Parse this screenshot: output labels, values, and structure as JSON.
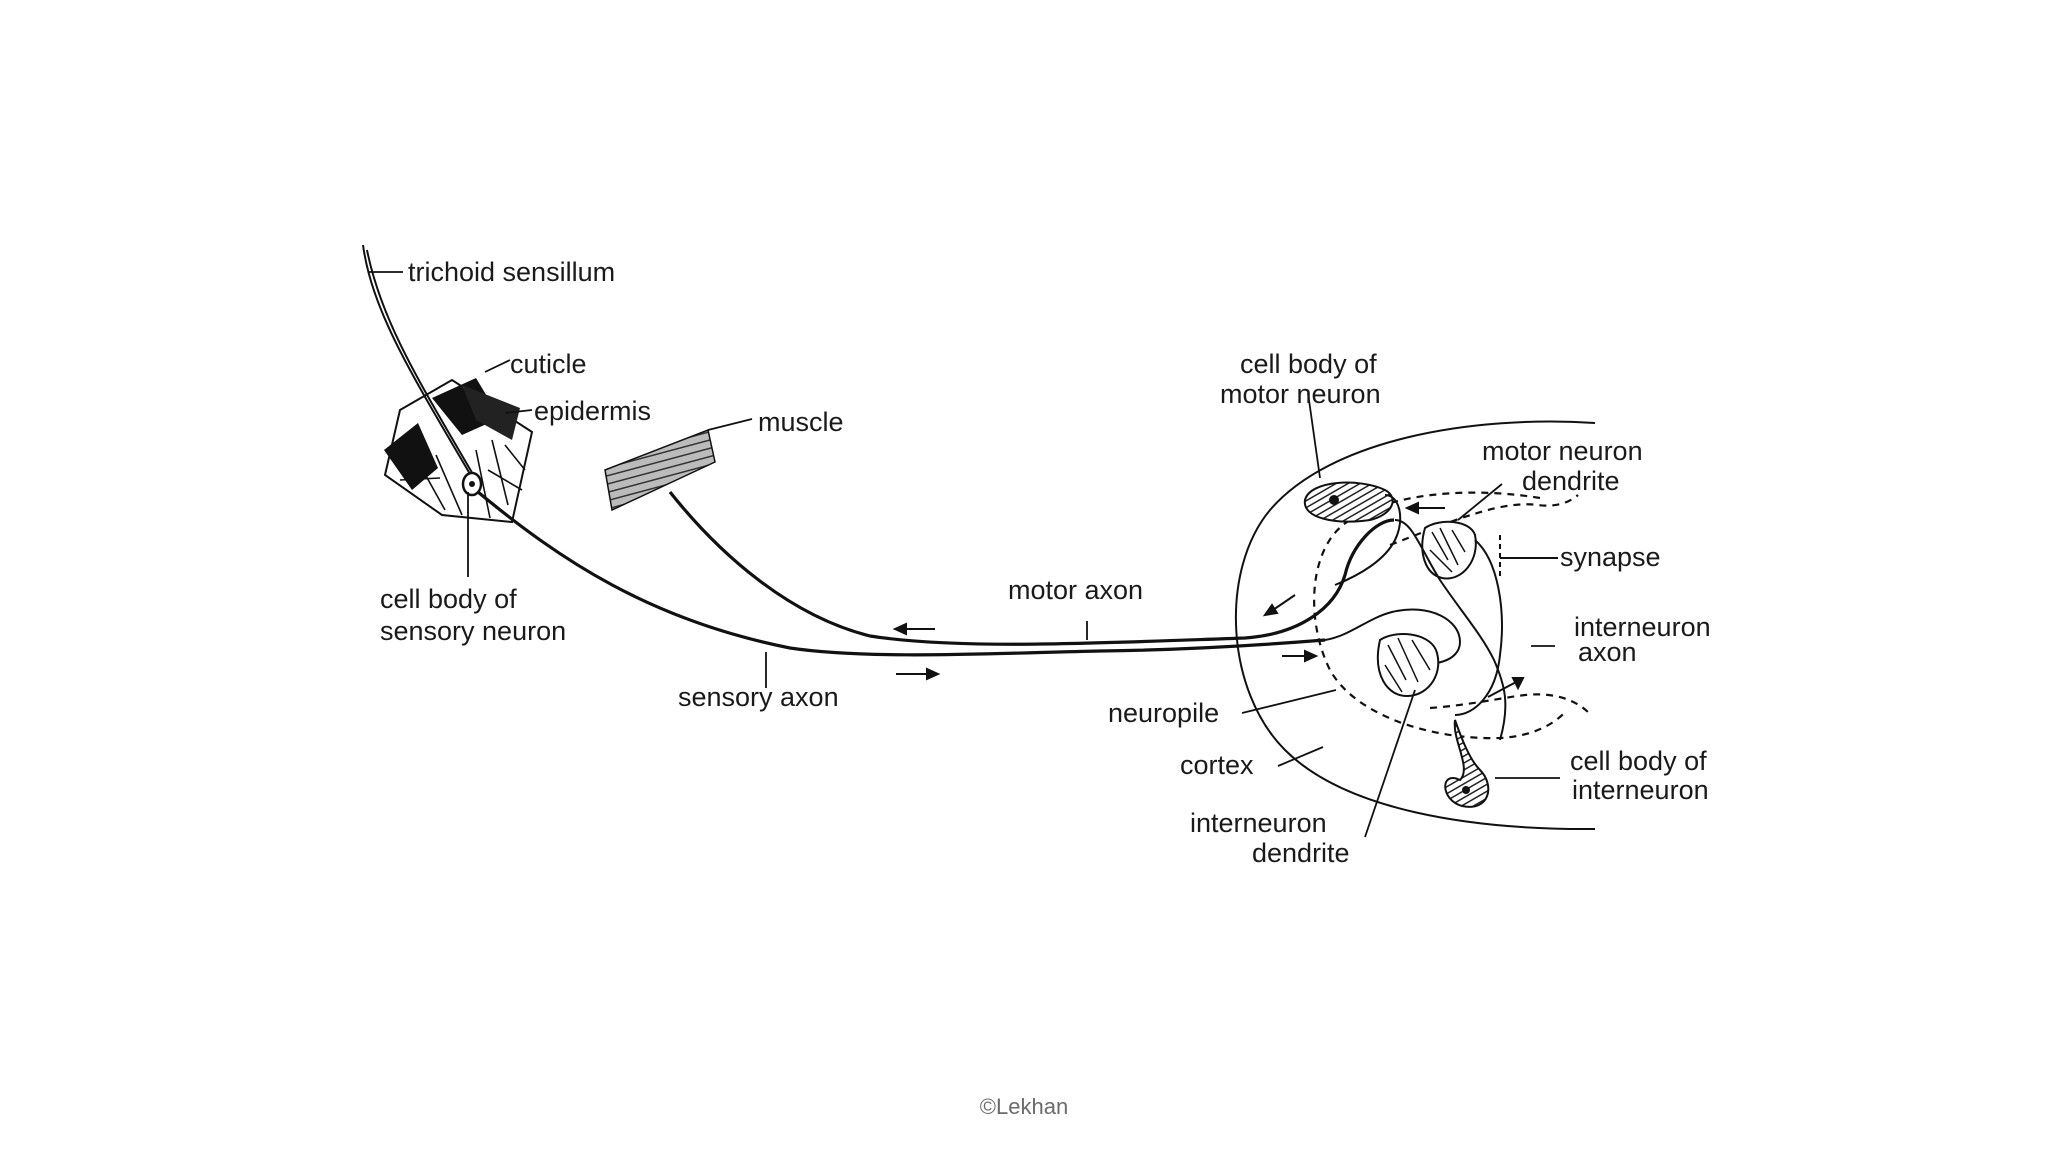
{
  "labels": {
    "trichoid_sensillum": "trichoid sensillum",
    "cuticle": "cuticle",
    "epidermis": "epidermis",
    "muscle": "muscle",
    "cell_body_sensory_1": "cell body of",
    "cell_body_sensory_2": "sensory neuron",
    "sensory_axon": "sensory axon",
    "motor_axon": "motor axon",
    "cell_body_motor_1": "cell body of",
    "cell_body_motor_2": "motor neuron",
    "motor_dendrite_1": "motor neuron",
    "motor_dendrite_2": "dendrite",
    "synapse": "synapse",
    "interneuron_axon_1": "interneuron",
    "interneuron_axon_2": "axon",
    "neuropile": "neuropile",
    "cortex": "cortex",
    "cell_body_inter_1": "cell body of",
    "cell_body_inter_2": "interneuron",
    "inter_dendrite_1": "interneuron",
    "inter_dendrite_2": "dendrite"
  },
  "credit": "©Lekhan"
}
